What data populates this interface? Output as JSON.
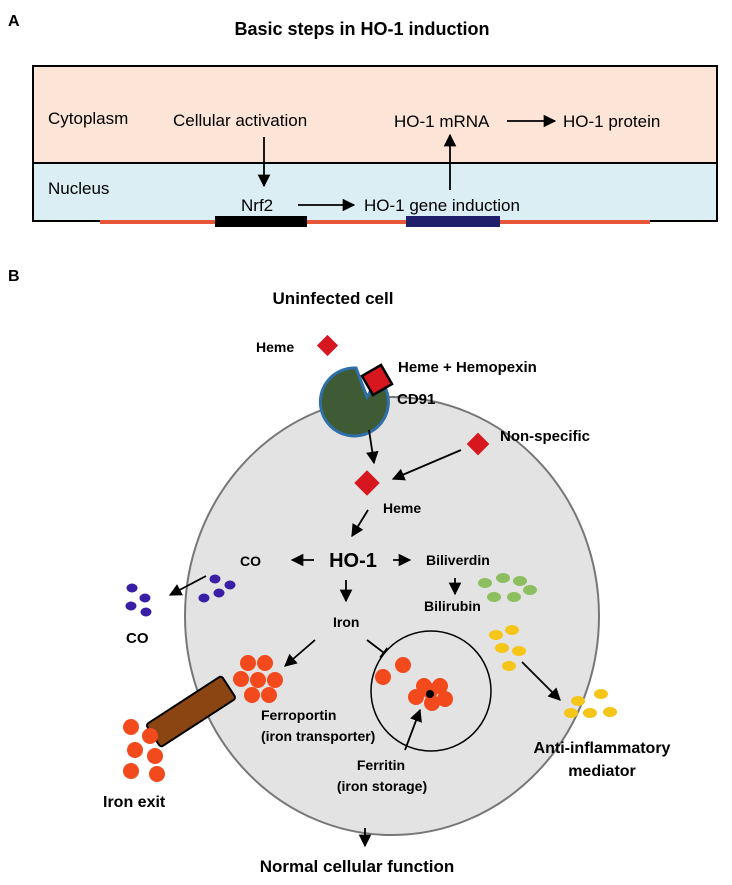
{
  "panel_a": {
    "letter": "A",
    "title": "Basic steps in HO-1 induction",
    "cytoplasm_label": "Cytoplasm",
    "nucleus_label": "Nucleus",
    "cellular_activation": "Cellular activation",
    "nrf2": "Nrf2",
    "gene_induction": "HO-1 gene induction",
    "mrna": "HO-1 mRNA",
    "protein": "HO-1 protein",
    "colors": {
      "cytoplasm": "#FCE4D6",
      "nucleus": "#DBEEF4",
      "membrane": "#E8563A",
      "dna_block_1": "#000000",
      "dna_block_2": "#1F1F6B"
    }
  },
  "panel_b": {
    "letter": "B",
    "title": "Uninfected cell",
    "heme_outside": "Heme",
    "heme_hemopexin": "Heme + Hemopexin",
    "cd91": "CD91",
    "non_specific": "Non-specific",
    "heme_inside": "Heme",
    "ho1": "HO-1",
    "co_inside": "CO",
    "co_outside": "CO",
    "biliverdin": "Biliverdin",
    "bilirubin": "Bilirubin",
    "iron": "Iron",
    "ferroportin_line1": "Ferroportin",
    "ferroportin_line2": "(iron transporter)",
    "ferritin_line1": "Ferritin",
    "ferritin_line2": "(iron storage)",
    "anti_inflammatory_line1": "Anti-inflammatory",
    "anti_inflammatory_line2": "mediator",
    "iron_exit": "Iron exit",
    "normal_function": "Normal cellular function",
    "colors": {
      "cell": "#E3E3E3",
      "heme": "#D7171F",
      "receptor": "#3E5B35",
      "receptor_edge": "#2E6FA7",
      "co": "#3A1FA6",
      "biliverdin": "#8DBE60",
      "bilirubin_mediator": "#F5C518",
      "iron": "#F24A1D",
      "ferroportin": "#8B4513"
    }
  }
}
